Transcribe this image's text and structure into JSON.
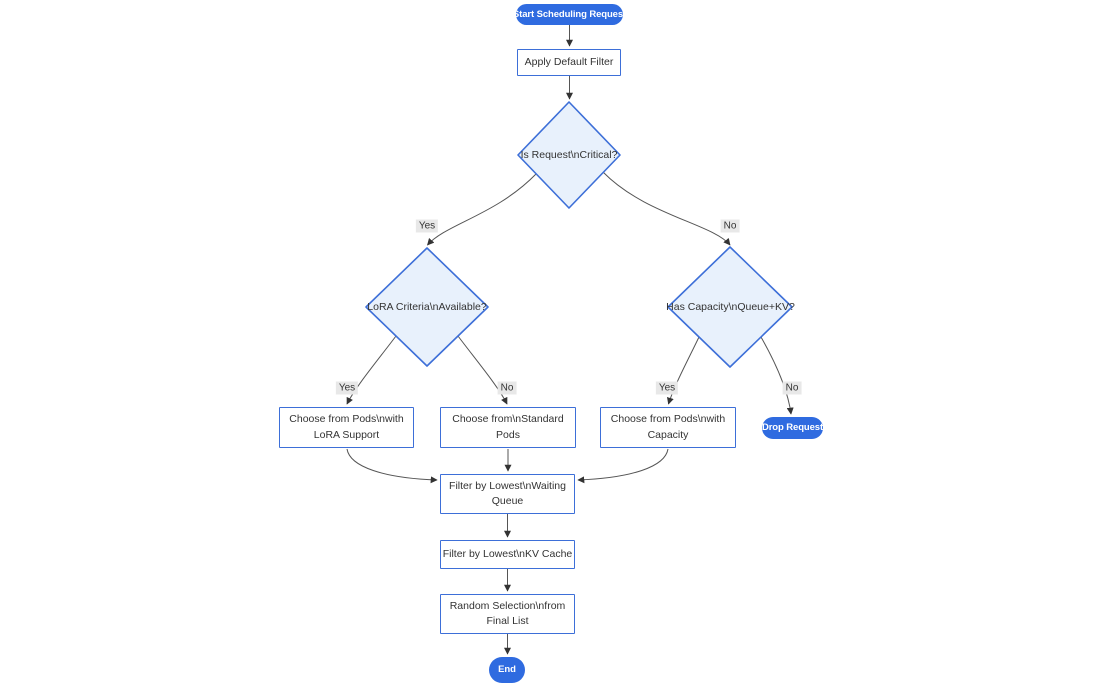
{
  "diagram": {
    "type": "flowchart",
    "direction": "top-down",
    "nodes": {
      "start": {
        "shape": "stadium",
        "label": "Start Scheduling Request",
        "lines": [
          "Start Scheduling Request"
        ]
      },
      "apply_default_filter": {
        "shape": "rect",
        "label": "Apply Default Filter",
        "lines": [
          "Apply Default Filter"
        ]
      },
      "is_critical": {
        "shape": "diamond",
        "label": "Is Request\\nCritical?",
        "lines": [
          "Is Request\\nCritical?"
        ]
      },
      "lora_available": {
        "shape": "diamond",
        "label": "LoRA Criteria\\nAvailable?",
        "lines": [
          "LoRA Criteria\\nAvailable?"
        ]
      },
      "has_capacity": {
        "shape": "diamond",
        "label": "Has Capacity\\nQueue+KV?",
        "lines": [
          "Has Capacity\\nQueue+KV?"
        ]
      },
      "choose_lora": {
        "shape": "rect",
        "label": "Choose from Pods\\nwith LoRA Support",
        "lines": [
          "Choose from Pods\\nwith",
          "LoRA Support"
        ]
      },
      "choose_standard": {
        "shape": "rect",
        "label": "Choose from\\nStandard Pods",
        "lines": [
          "Choose from\\nStandard",
          "Pods"
        ]
      },
      "choose_capacity": {
        "shape": "rect",
        "label": "Choose from Pods\\nwith Capacity",
        "lines": [
          "Choose from Pods\\nwith",
          "Capacity"
        ]
      },
      "drop_request": {
        "shape": "stadium",
        "label": "Drop Request",
        "lines": [
          "Drop Request"
        ]
      },
      "filter_waiting": {
        "shape": "rect",
        "label": "Filter by Lowest\\nWaiting Queue",
        "lines": [
          "Filter by Lowest\\nWaiting",
          "Queue"
        ]
      },
      "filter_kv": {
        "shape": "rect",
        "label": "Filter by Lowest\\nKV Cache",
        "lines": [
          "Filter by Lowest\\nKV Cache"
        ]
      },
      "random_selection": {
        "shape": "rect",
        "label": "Random Selection\\nfrom Final List",
        "lines": [
          "Random Selection\\nfrom",
          "Final List"
        ]
      },
      "end": {
        "shape": "stadium",
        "label": "End",
        "lines": [
          "End"
        ]
      }
    },
    "edges": [
      {
        "from": "start",
        "to": "apply_default_filter",
        "label": ""
      },
      {
        "from": "apply_default_filter",
        "to": "is_critical",
        "label": ""
      },
      {
        "from": "is_critical",
        "to": "lora_available",
        "label": "Yes"
      },
      {
        "from": "is_critical",
        "to": "has_capacity",
        "label": "No"
      },
      {
        "from": "lora_available",
        "to": "choose_lora",
        "label": "Yes"
      },
      {
        "from": "lora_available",
        "to": "choose_standard",
        "label": "No"
      },
      {
        "from": "has_capacity",
        "to": "choose_capacity",
        "label": "Yes"
      },
      {
        "from": "has_capacity",
        "to": "drop_request",
        "label": "No"
      },
      {
        "from": "choose_lora",
        "to": "filter_waiting",
        "label": ""
      },
      {
        "from": "choose_standard",
        "to": "filter_waiting",
        "label": ""
      },
      {
        "from": "choose_capacity",
        "to": "filter_waiting",
        "label": ""
      },
      {
        "from": "filter_waiting",
        "to": "filter_kv",
        "label": ""
      },
      {
        "from": "filter_kv",
        "to": "random_selection",
        "label": ""
      },
      {
        "from": "random_selection",
        "to": "end",
        "label": ""
      }
    ],
    "colors": {
      "stadium_fill": "#2f6be0",
      "node_border": "#3d6fd8",
      "diamond_fill": "#e8f1fc",
      "rect_fill": "#ffffff",
      "edge_stroke": "#555555",
      "arrowhead": "#333333",
      "text": "#333333",
      "edge_label_bg": "#e8e8e8",
      "background": "#ffffff"
    }
  }
}
